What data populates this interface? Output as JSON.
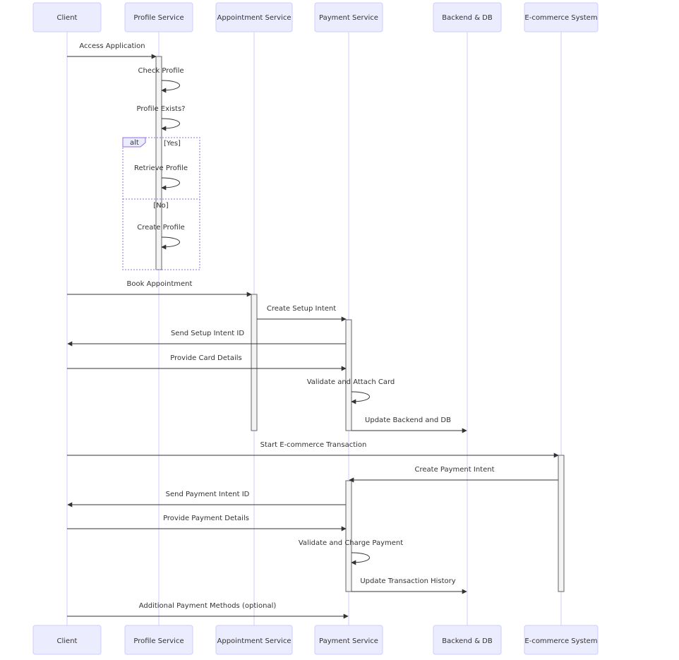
{
  "participants": [
    {
      "id": "client",
      "label": "Client"
    },
    {
      "id": "profile",
      "label": "Profile Service"
    },
    {
      "id": "appointment",
      "label": "Appointment Service"
    },
    {
      "id": "payment",
      "label": "Payment Service"
    },
    {
      "id": "backend",
      "label": "Backend & DB"
    },
    {
      "id": "ecommerce",
      "label": "E-commerce System"
    }
  ],
  "messages": [
    {
      "from": "client",
      "to": "profile",
      "label": "Access Application"
    },
    {
      "from": "profile",
      "to": "profile",
      "label": "Check Profile"
    },
    {
      "from": "profile",
      "to": "profile",
      "label": "Profile Exists?"
    },
    {
      "from": "profile",
      "to": "profile",
      "label": "Retrieve Profile"
    },
    {
      "from": "profile",
      "to": "profile",
      "label": "Create Profile"
    },
    {
      "from": "client",
      "to": "appointment",
      "label": "Book Appointment"
    },
    {
      "from": "appointment",
      "to": "payment",
      "label": "Create Setup Intent"
    },
    {
      "from": "payment",
      "to": "client",
      "label": "Send Setup Intent ID"
    },
    {
      "from": "client",
      "to": "payment",
      "label": "Provide Card Details"
    },
    {
      "from": "payment",
      "to": "payment",
      "label": "Validate and Attach Card"
    },
    {
      "from": "payment",
      "to": "backend",
      "label": "Update Backend and DB"
    },
    {
      "from": "client",
      "to": "ecommerce",
      "label": "Start E-commerce Transaction"
    },
    {
      "from": "ecommerce",
      "to": "payment",
      "label": "Create Payment Intent"
    },
    {
      "from": "payment",
      "to": "client",
      "label": "Send Payment Intent ID"
    },
    {
      "from": "client",
      "to": "payment",
      "label": "Provide Payment Details"
    },
    {
      "from": "payment",
      "to": "payment",
      "label": "Validate and Charge Payment"
    },
    {
      "from": "payment",
      "to": "backend",
      "label": "Update Transaction History"
    },
    {
      "from": "client",
      "to": "payment",
      "label": "Additional Payment Methods (optional)"
    }
  ],
  "alt_fragment": {
    "keyword": "alt",
    "conditions": [
      "[Yes]",
      "[No]"
    ]
  }
}
